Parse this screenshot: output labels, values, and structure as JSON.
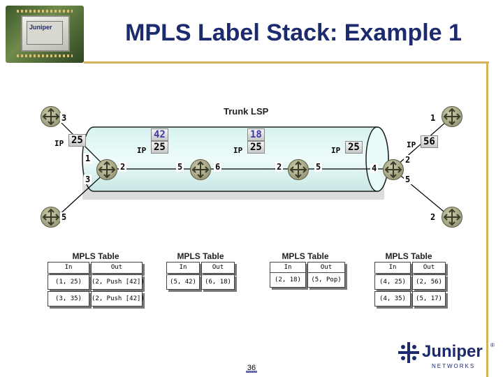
{
  "title": "MPLS Label Stack: Example 1",
  "chip_logo": "Juniper",
  "trunk_label": "Trunk LSP",
  "ip_label": "IP",
  "packets": {
    "p1": {
      "ip": "IP",
      "value": "25"
    },
    "p2": {
      "ip": "IP",
      "top": "42",
      "value": "25"
    },
    "p3": {
      "ip": "IP",
      "top": "18",
      "value": "25"
    },
    "p4": {
      "ip": "IP",
      "value": "25"
    },
    "p5": {
      "ip": "IP",
      "value": "56"
    }
  },
  "interfaces": {
    "left_top": "3",
    "left_bottom": "5",
    "right_top": "1",
    "right_bottom": "2",
    "r1_in_top": "1",
    "r1_in_bottom": "3",
    "r1_out": "2",
    "r2_in": "5",
    "r2_out": "6",
    "r3_in": "2",
    "r3_out": "5",
    "r4_in": "4",
    "r4_out_top": "2",
    "r4_out_bottom": "5"
  },
  "tables": [
    {
      "title": "MPLS Table",
      "headers": [
        "In",
        "Out"
      ],
      "rows": [
        [
          "(1, 25)",
          "(2, Push [42])"
        ],
        [
          "(3, 35)",
          "(2, Push [42])"
        ]
      ]
    },
    {
      "title": "MPLS Table",
      "headers": [
        "In",
        "Out"
      ],
      "rows": [
        [
          "(5, 42)",
          "(6, 18)"
        ]
      ]
    },
    {
      "title": "MPLS Table",
      "headers": [
        "In",
        "Out"
      ],
      "rows": [
        [
          "(2, 18)",
          "(5, Pop)"
        ]
      ]
    },
    {
      "title": "MPLS Table",
      "headers": [
        "In",
        "Out"
      ],
      "rows": [
        [
          "(4, 25)",
          "(2, 56)"
        ],
        [
          "(4, 35)",
          "(5, 17)"
        ]
      ]
    }
  ],
  "page_number": "36",
  "logo": {
    "name": "Juniper",
    "sub": "NETWORKS",
    "reg": "®"
  },
  "colors": {
    "title": "#1c2a6e",
    "rule": "#d6b25a",
    "tunnel": "#dff6f4",
    "top_label": "#3b3aa8"
  }
}
